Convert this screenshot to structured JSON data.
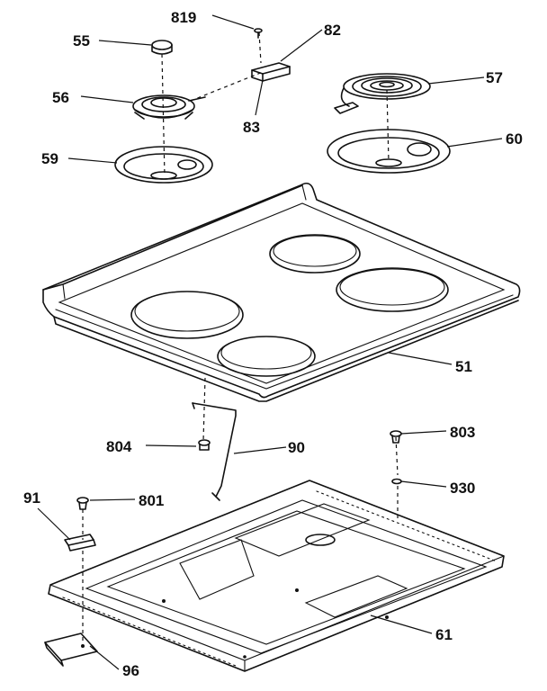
{
  "parts": {
    "p55": "55",
    "p56": "56",
    "p59": "59",
    "p819": "819",
    "p82": "82",
    "p83": "83",
    "p57": "57",
    "p60": "60",
    "p51": "51",
    "p804": "804",
    "p90": "90",
    "p803": "803",
    "p930": "930",
    "p91": "91",
    "p801": "801",
    "p61": "61",
    "p96": "96"
  }
}
